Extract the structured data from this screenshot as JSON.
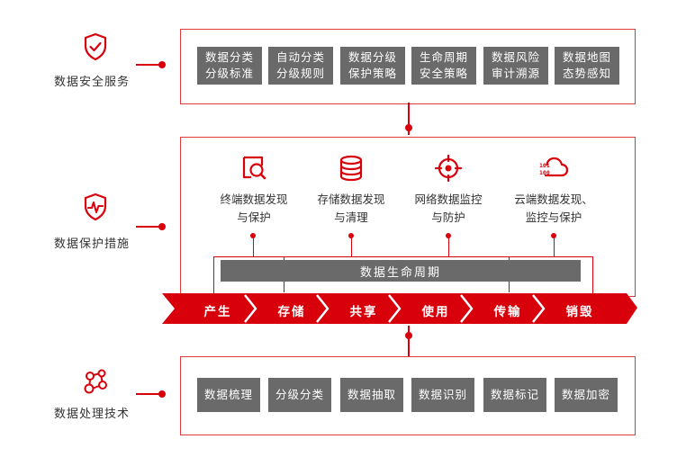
{
  "colors": {
    "accent": "#d8000b",
    "box_gray": "#6a6a6a",
    "panel_border": "#e03a3a"
  },
  "sections": {
    "security_services": {
      "label": "数据安全服务",
      "icon": "shield-check-icon"
    },
    "protection_measures": {
      "label": "数据保护措施",
      "icon": "shield-pulse-icon"
    },
    "processing_tech": {
      "label": "数据处理技术",
      "icon": "molecule-nodes-icon"
    }
  },
  "services": [
    {
      "line1": "数据分类",
      "line2": "分级标准"
    },
    {
      "line1": "自动分类",
      "line2": "分级规则"
    },
    {
      "line1": "数据分级",
      "line2": "保护策略"
    },
    {
      "line1": "生命周期",
      "line2": "安全策略"
    },
    {
      "line1": "数据风险",
      "line2": "审计溯源"
    },
    {
      "line1": "数据地图",
      "line2": "态势感知"
    }
  ],
  "measures": [
    {
      "line1": "终端数据发现",
      "line2": "与保护",
      "icon": "magnifier-icon"
    },
    {
      "line1": "存储数据发现",
      "line2": "与清理",
      "icon": "database-icon"
    },
    {
      "line1": "网络数据监控",
      "line2": "与防护",
      "icon": "target-icon"
    },
    {
      "line1": "云端数据发现、",
      "line2": "监控与保护",
      "icon": "cloud-binary-icon"
    }
  ],
  "lifecycle": {
    "title": "数据生命周期",
    "stages": [
      "产生",
      "存储",
      "共享",
      "使用",
      "传输",
      "销毁"
    ]
  },
  "techniques": [
    "数据梳理",
    "分级分类",
    "数据抽取",
    "数据识别",
    "数据标记",
    "数据加密"
  ]
}
